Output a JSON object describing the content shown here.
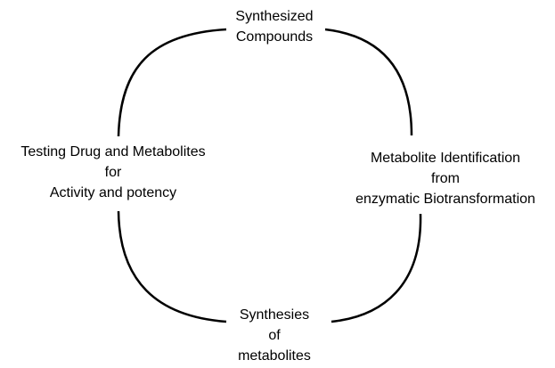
{
  "diagram": {
    "type": "cycle",
    "line_color": "#000000",
    "nodes": {
      "top": [
        "Synthesized",
        "Compounds"
      ],
      "right": [
        "Metabolite Identification",
        "from",
        "enzymatic Biotransformation"
      ],
      "bottom": [
        "Synthesies",
        "of",
        "metabolites"
      ],
      "left": [
        "Testing Drug and Metabolites",
        "for",
        "Activity and potency"
      ]
    }
  }
}
